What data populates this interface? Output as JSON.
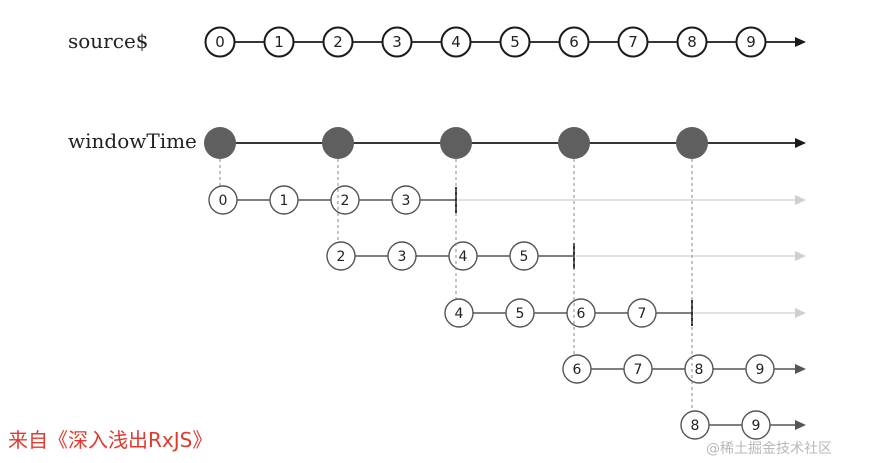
{
  "diagram": {
    "source_label": "source$",
    "window_label": "windowTime",
    "source_values": [
      "0",
      "1",
      "2",
      "3",
      "4",
      "5",
      "6",
      "7",
      "8",
      "9"
    ],
    "window_openings": 5,
    "windows": [
      {
        "values": [
          "0",
          "1",
          "2",
          "3"
        ],
        "closed": true
      },
      {
        "values": [
          "2",
          "3",
          "4",
          "5"
        ],
        "closed": true
      },
      {
        "values": [
          "4",
          "5",
          "6",
          "7"
        ],
        "closed": true
      },
      {
        "values": [
          "6",
          "7",
          "8",
          "9"
        ],
        "closed": false
      },
      {
        "values": [
          "8",
          "9"
        ],
        "closed": false
      }
    ],
    "colors": {
      "line": "#1a1a1a",
      "window_dot": "#5f5f5f",
      "marble_line": "#2d2d2d",
      "sub_marble_line": "#555555",
      "faded_line": "#d8d8d8",
      "faded_arrow": "#cfcfcf",
      "guide": "#888888"
    }
  },
  "caption": "来自《深入浅出RxJS》",
  "watermark": "@稀土掘金技术社区"
}
